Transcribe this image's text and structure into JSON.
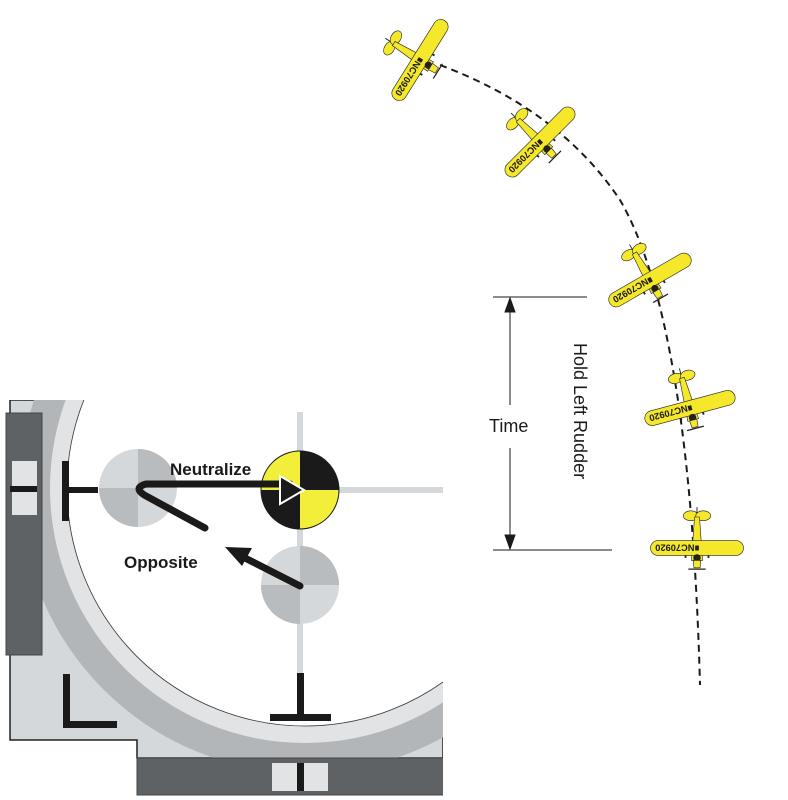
{
  "labels": {
    "neutralize": "Neutralize",
    "opposite": "Opposite",
    "time": "Time",
    "hold_left_rudder": "Hold Left Rudder"
  },
  "airplane": {
    "registration": "NC70920"
  },
  "colors": {
    "airplane_yellow": "#f5e82a",
    "ball_yellow": "#f2ee3a",
    "dark_gray": "#5f6264",
    "mid_gray": "#b3b6b8",
    "light_gray": "#d5d8da",
    "black": "#1a1a1a"
  }
}
